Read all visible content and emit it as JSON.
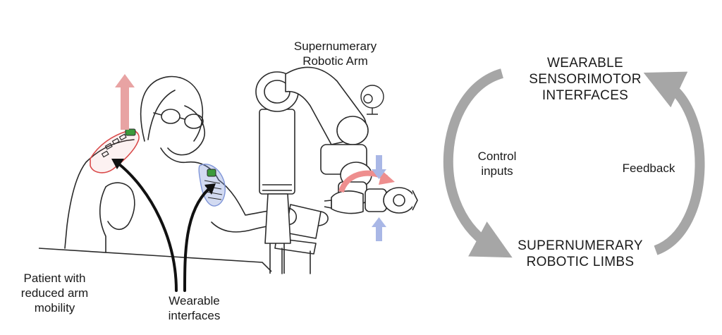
{
  "illustration": {
    "robot_label": [
      "Supernumerary",
      "Robotic Arm"
    ],
    "patient_label": [
      "Patient with",
      "reduced arm",
      "mobility"
    ],
    "wearable_label": [
      "Wearable",
      "interfaces"
    ]
  },
  "cycle": {
    "top_node": [
      "WEARABLE",
      "SENSORIMOTOR",
      "INTERFACES"
    ],
    "bottom_node": [
      "SUPERNUMERARY",
      "ROBOTIC LIMBS"
    ],
    "left_arrow_label": [
      "Control",
      "inputs"
    ],
    "right_arrow_label": "Feedback",
    "arrow_color": "#a6a6a6"
  },
  "colors": {
    "line": "#2a2a2a",
    "highlight_red": "#d94848",
    "highlight_blue": "#7f95d8",
    "sensor_green": "#3c9a3c"
  }
}
